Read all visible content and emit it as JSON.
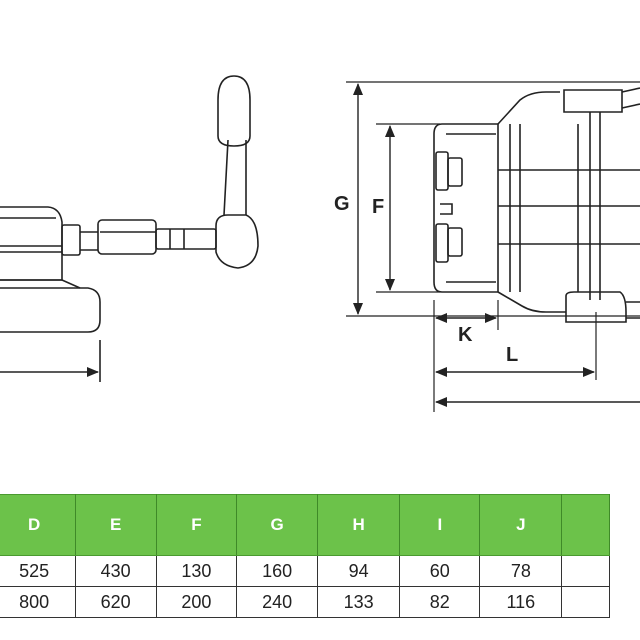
{
  "labels": {
    "G": "G",
    "F": "F",
    "K": "K",
    "L": "L"
  },
  "table": {
    "headers": [
      "",
      "D",
      "E",
      "F",
      "G",
      "H",
      "I",
      "J",
      ""
    ],
    "rows": [
      [
        "",
        "525",
        "430",
        "130",
        "160",
        "94",
        "60",
        "78",
        ""
      ],
      [
        "",
        "800",
        "620",
        "200",
        "240",
        "133",
        "82",
        "116",
        ""
      ]
    ]
  }
}
